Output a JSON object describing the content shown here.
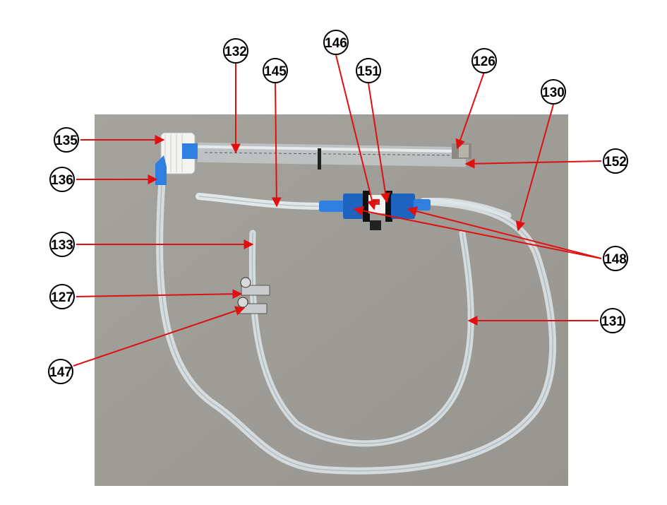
{
  "diagram": {
    "colors": {
      "photo_background": "#9e9c96",
      "leader_line": "#e01010",
      "callout_fill": "#ffffff",
      "callout_stroke": "#000000",
      "connector_blue": "#2f7fe0",
      "tube": "#e6ecef"
    },
    "callouts": [
      {
        "id": "c126",
        "label": "126"
      },
      {
        "id": "c127",
        "label": "127"
      },
      {
        "id": "c130",
        "label": "130"
      },
      {
        "id": "c131",
        "label": "131"
      },
      {
        "id": "c132",
        "label": "132"
      },
      {
        "id": "c133",
        "label": "133"
      },
      {
        "id": "c135",
        "label": "135"
      },
      {
        "id": "c136",
        "label": "136"
      },
      {
        "id": "c145",
        "label": "145"
      },
      {
        "id": "c146",
        "label": "146"
      },
      {
        "id": "c147",
        "label": "147"
      },
      {
        "id": "c148",
        "label": "148"
      },
      {
        "id": "c151",
        "label": "151"
      },
      {
        "id": "c152",
        "label": "152"
      }
    ]
  }
}
